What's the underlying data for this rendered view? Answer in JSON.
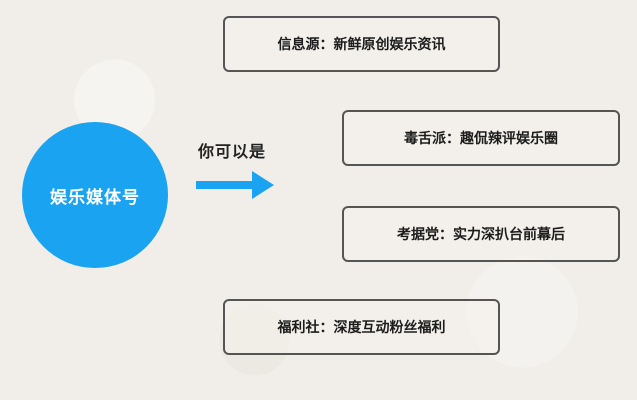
{
  "center_node": {
    "label": "娱乐媒体号"
  },
  "connector": {
    "label": "你可以是"
  },
  "nodes": [
    {
      "label": "信息源：新鲜原创娱乐资讯"
    },
    {
      "label": "毒舌派：趣侃辣评娱乐圈"
    },
    {
      "label": "考据党：实力深扒台前幕后"
    },
    {
      "label": "福利社：深度互动粉丝福利"
    }
  ],
  "colors": {
    "circle": "#1aa3f0",
    "arrow": "#1aa3f0",
    "box_border": "#555555",
    "background": "#f1eee9"
  }
}
